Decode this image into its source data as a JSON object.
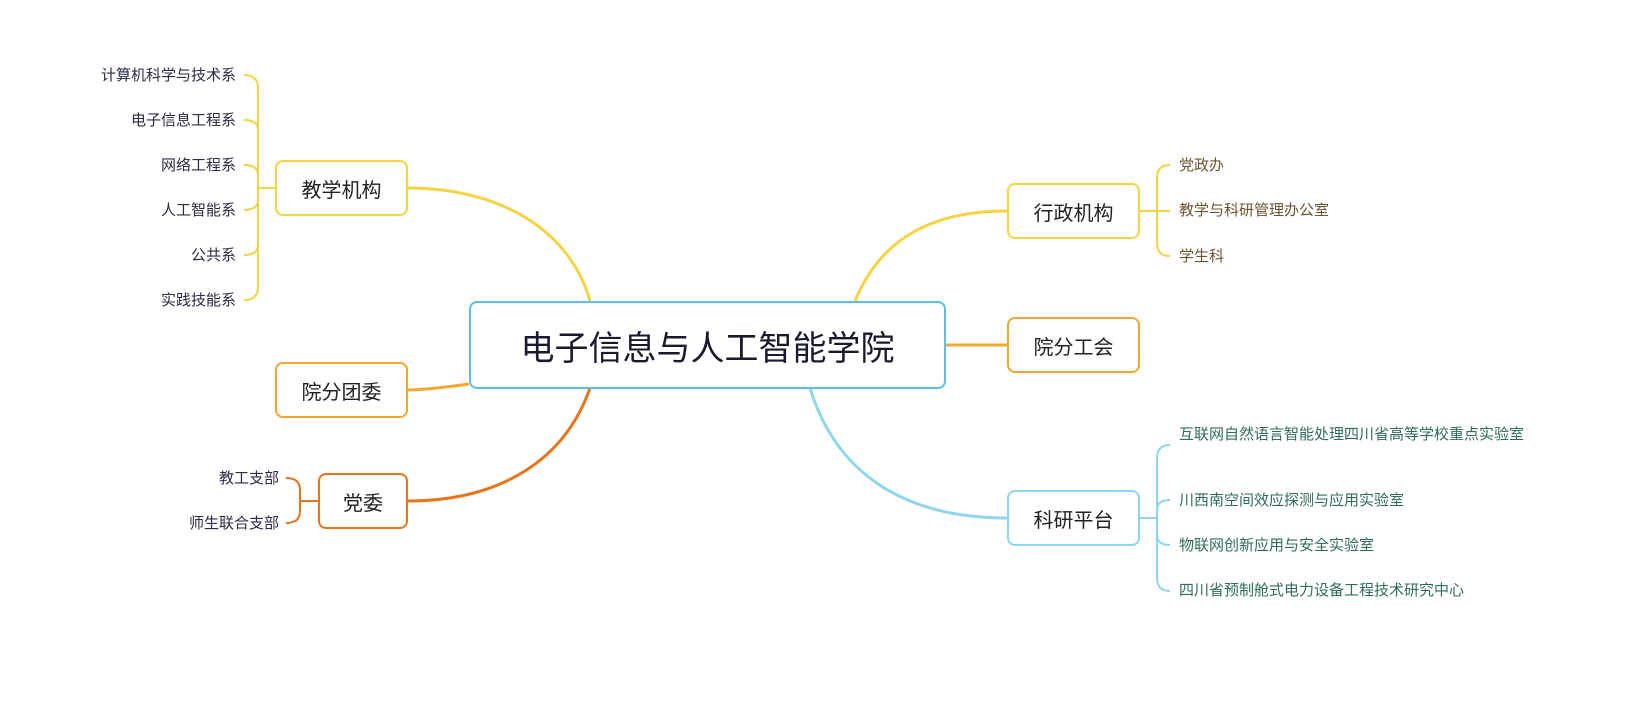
{
  "root": {
    "label": "电子信息与人工智能学院"
  },
  "branches": {
    "teaching": {
      "label": "教学机构",
      "color": "#f5d442",
      "children": [
        "计算机科学与技术系",
        "电子信息工程系",
        "网络工程系",
        "人工智能系",
        "公共系",
        "实践技能系"
      ]
    },
    "youth": {
      "label": "院分团委",
      "color": "#f0a830"
    },
    "party": {
      "label": "党委",
      "color": "#e8751a",
      "children": [
        "教工支部",
        "师生联合支部"
      ]
    },
    "admin": {
      "label": "行政机构",
      "color": "#f5d442",
      "children": [
        "党政办",
        "教学与科研管理办公室",
        "学生科"
      ]
    },
    "union": {
      "label": "院分工会",
      "color": "#f0a830"
    },
    "research": {
      "label": "科研平台",
      "color": "#8dd6ee",
      "children": [
        "互联网自然语言智能处理四川省高等学校重点实验室",
        "川西南空间效应探测与应用实验室",
        "物联网创新应用与安全实验室",
        "四川省预制舱式电力设备工程技术研究中心"
      ]
    }
  }
}
